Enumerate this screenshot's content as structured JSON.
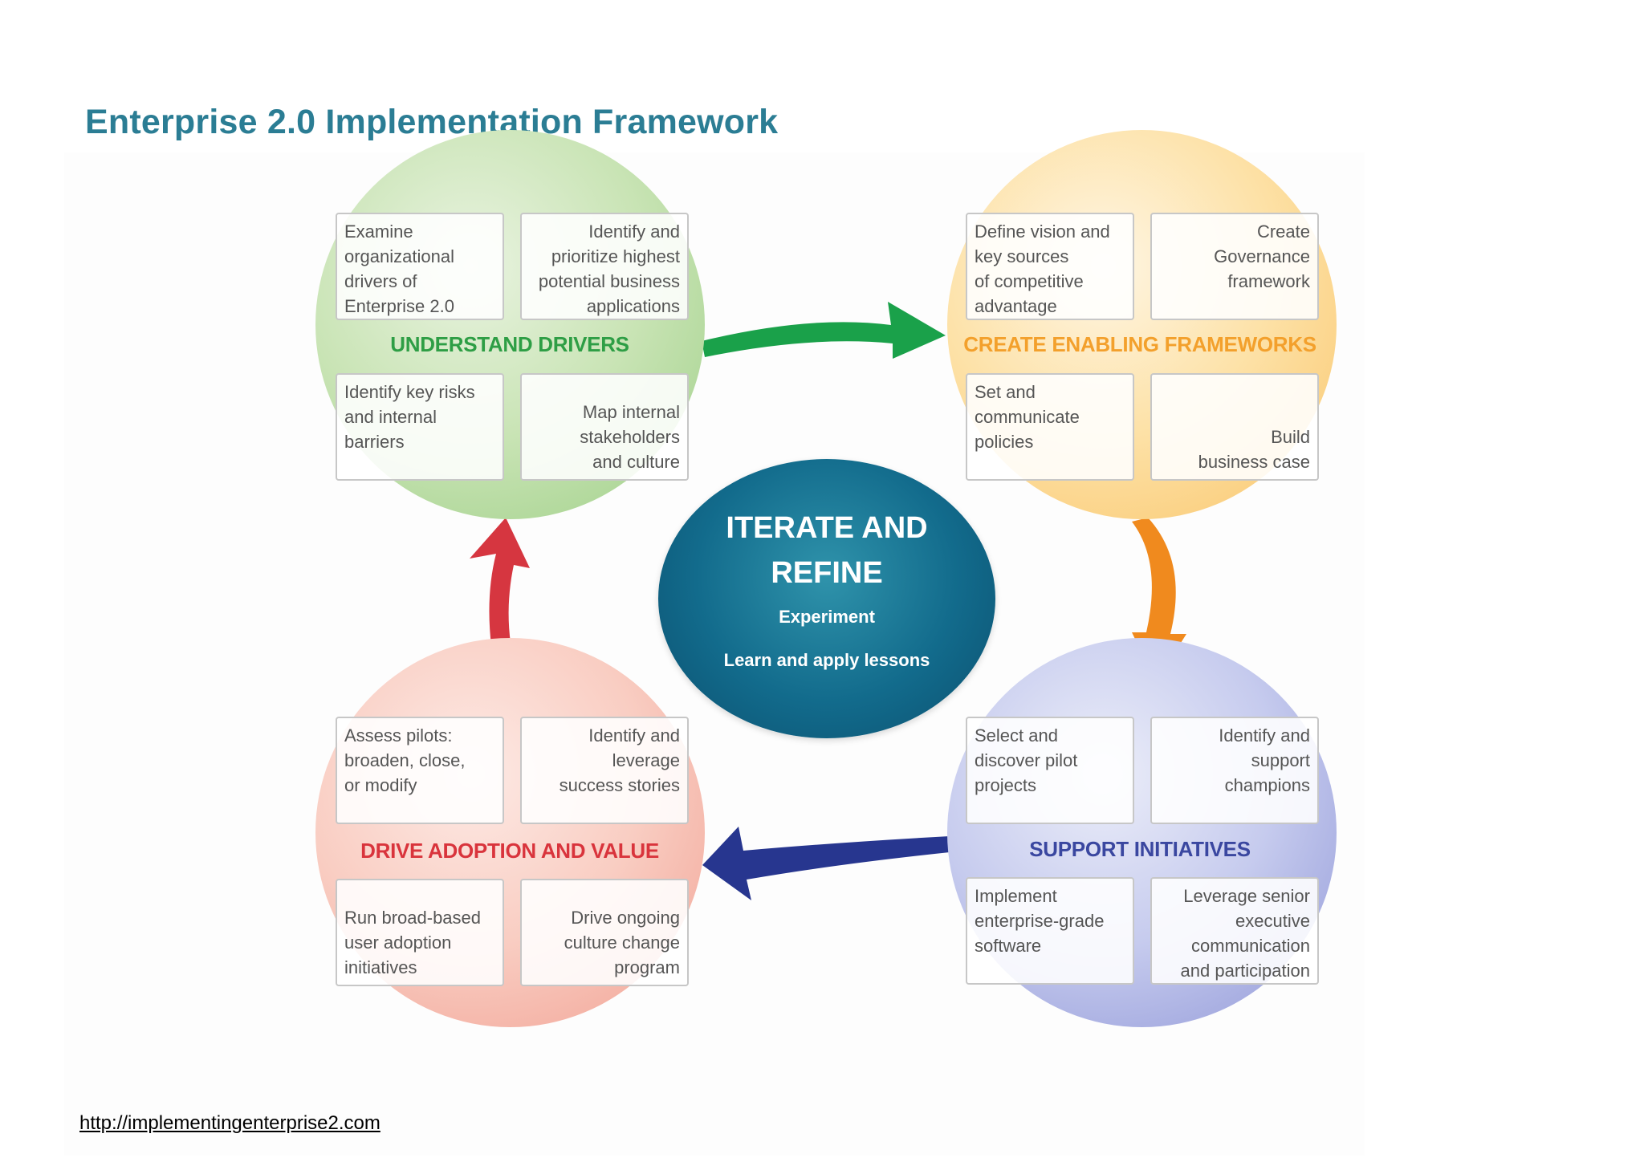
{
  "title": "Enterprise 2.0 Implementation Framework",
  "source_link": "http://implementingenterprise2.com",
  "center": {
    "title": "ITERATE AND\nREFINE",
    "lines": [
      "Experiment",
      "Learn and apply lessons"
    ]
  },
  "phases": [
    {
      "label": "UNDERSTAND DRIVERS",
      "color": "#2e9e45",
      "boxes": [
        "Examine\norganizational\ndrivers of\nEnterprise 2.0",
        "Identify and\nprioritize highest\npotential business\napplications",
        "Identify key risks\nand internal\nbarriers",
        "Map internal\nstakeholders\nand culture"
      ]
    },
    {
      "label": "CREATE ENABLING FRAMEWORKS",
      "color": "#f3a02c",
      "boxes": [
        "Define vision and\nkey sources\nof competitive\nadvantage",
        "Create\nGovernance\nframework",
        "Set and\ncommunicate\npolicies",
        "Build\nbusiness case"
      ]
    },
    {
      "label": "SUPPORT INITIATIVES",
      "color": "#3a47a0",
      "boxes": [
        "Select and\ndiscover pilot\nprojects",
        "Identify and\nsupport\nchampions",
        "Implement\nenterprise-grade\nsoftware",
        "Leverage senior\nexecutive\ncommunication\nand participation"
      ]
    },
    {
      "label": "DRIVE ADOPTION AND VALUE",
      "color": "#d9343c",
      "boxes": [
        "Assess pilots:\nbroaden, close,\nor modify",
        "Identify and\nleverage\nsuccess stories",
        "Run broad-based\nuser adoption\ninitiatives",
        "Drive ongoing\nculture change\nprogram"
      ]
    }
  ],
  "arrow_colors": {
    "green": "#1aa14a",
    "orange": "#f08a1e",
    "navy": "#27368f",
    "red": "#d63640"
  }
}
